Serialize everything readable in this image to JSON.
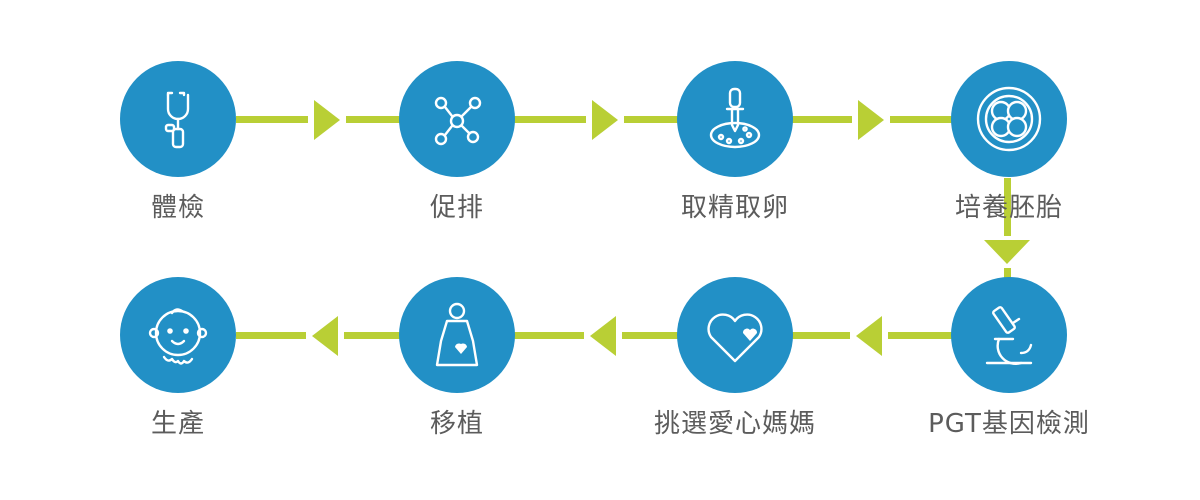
{
  "flow": {
    "colors": {
      "circle_fill": "#2290c6",
      "connector": "#b9cf35",
      "label": "#5c5c5c",
      "icon": "#ffffff"
    },
    "steps": [
      {
        "label": "體檢",
        "icon": "stethoscope-icon"
      },
      {
        "label": "促排",
        "icon": "molecule-icon"
      },
      {
        "label": "取精取卵",
        "icon": "pipette-dish-icon"
      },
      {
        "label": "培養胚胎",
        "icon": "embryo-cells-icon"
      },
      {
        "label": "PGT基因檢測",
        "icon": "microscope-icon"
      },
      {
        "label": "挑選愛心媽媽",
        "icon": "heart-icon"
      },
      {
        "label": "移植",
        "icon": "pregnant-woman-icon"
      },
      {
        "label": "生產",
        "icon": "baby-face-icon"
      }
    ]
  }
}
